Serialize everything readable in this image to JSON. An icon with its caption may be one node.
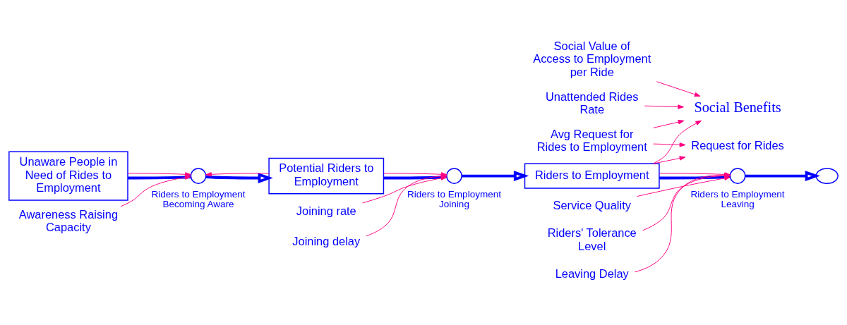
{
  "diagram": {
    "nodes": [
      {
        "text": [
          "Avg Request for Rides to Employment"
        ]
      },
      {
        "text": [
          "Social Benefits"
        ]
      },
      {
        "text": [
          "Unattended Rides Rate"
        ]
      },
      {
        "text": [
          "Request for Rides"
        ]
      },
      {
        "text": [
          "Social Value of Access to Employment per Ride"
        ]
      },
      {
        "text": [
          "Unaware People in Need of Rides to Employment"
        ]
      },
      {
        "text": [],
        "shape": "circle",
        "beside": [
          "Riders to Employment Becoming Aware"
        ]
      },
      {
        "text": [
          "Potential Riders to Employment"
        ]
      },
      {
        "text": [],
        "shape": "circle",
        "beside": [
          "Riders to Employment Joining"
        ]
      },
      {
        "text": [
          "Riders to Employment"
        ]
      },
      {
        "text": [],
        "shape": "circle",
        "beside": [
          "Riders to Employment Leaving"
        ]
      },
      {
        "text": [],
        "shape": "cloud"
      },
      {
        "text": [
          "Service Quality"
        ]
      },
      {
        "text": [
          "Joining rate"
        ]
      },
      {
        "text": [
          "Awareness Raising Capacity"
        ]
      },
      {
        "text": [
          "Joining delay"
        ]
      },
      {
        "text": [
          "Riders' Tolerance Level"
        ]
      },
      {
        "text": [
          "Leaving Delay"
        ]
      }
    ],
    "edges": [
      {
        "from": 5,
        "to": 6,
        "arrow": "none",
        "style": "thick",
        "color": "#0000ff"
      },
      {
        "from": 6,
        "to": 7,
        "arrow": "to",
        "style": "thick",
        "color": "#0000ff"
      },
      {
        "from": 7,
        "to": 8,
        "arrow": "none",
        "style": "thick",
        "color": "#0000ff"
      },
      {
        "from": 8,
        "to": 9,
        "arrow": "to",
        "style": "thick",
        "color": "#0000ff"
      },
      {
        "from": 9,
        "to": 10,
        "arrow": "none",
        "style": "thick",
        "color": "#0000ff"
      },
      {
        "from": 10,
        "to": 11,
        "arrow": "to",
        "style": "thick",
        "color": "#0000ff"
      },
      {
        "from": 5,
        "to": 6,
        "arrow": "to"
      },
      {
        "from": 7,
        "to": 6,
        "arrow": "to"
      },
      {
        "from": 14,
        "to": 6,
        "arrow": "to"
      },
      {
        "from": 7,
        "to": 8,
        "arrow": "to"
      },
      {
        "from": 13,
        "to": 8,
        "arrow": "to"
      },
      {
        "from": 15,
        "to": 8,
        "arrow": "to"
      },
      {
        "from": 9,
        "to": 10,
        "arrow": "to"
      },
      {
        "from": 16,
        "to": 10,
        "arrow": "to"
      },
      {
        "from": 17,
        "to": 10,
        "arrow": "to"
      },
      {
        "from": 12,
        "to": 10,
        "arrow": "to"
      },
      {
        "from": 9,
        "to": 3,
        "arrow": "to"
      },
      {
        "from": 9,
        "to": 1,
        "arrow": "to"
      },
      {
        "from": 0,
        "to": 3,
        "arrow": "to"
      },
      {
        "from": 0,
        "to": 1,
        "arrow": "to"
      },
      {
        "from": 2,
        "to": 1,
        "arrow": "to"
      },
      {
        "from": 4,
        "to": 1,
        "arrow": "to"
      }
    ]
  }
}
